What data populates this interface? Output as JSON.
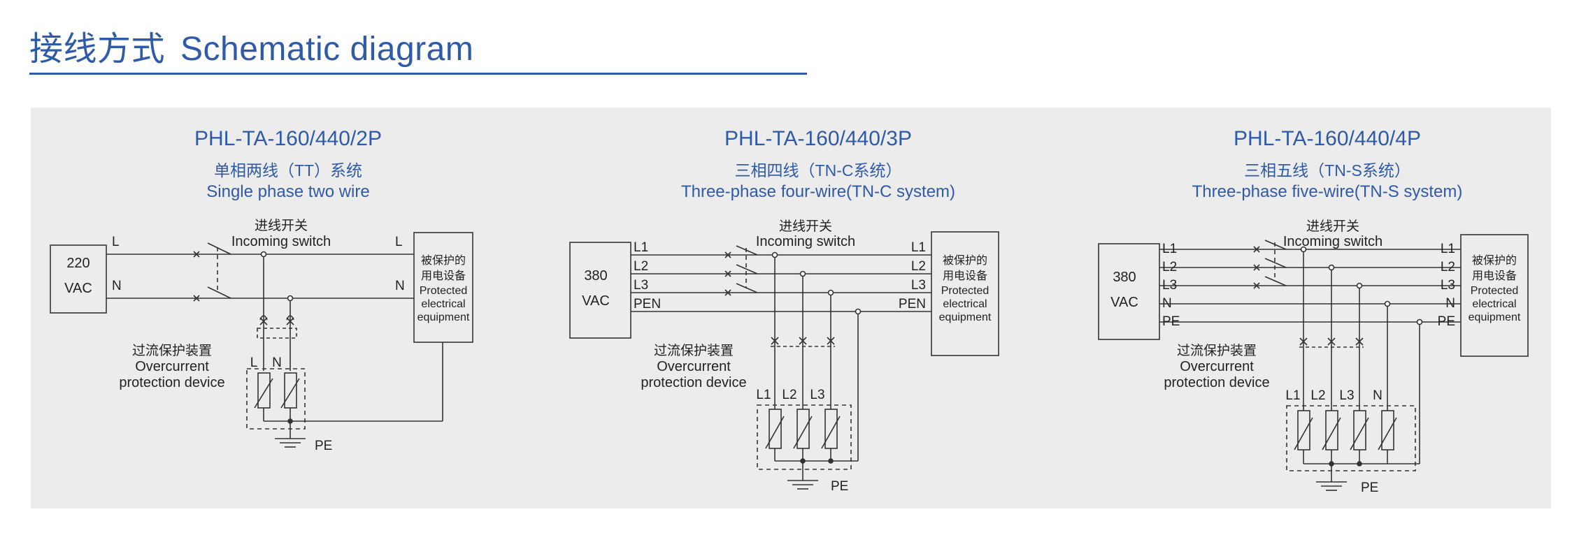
{
  "page": {
    "title_cn": "接线方式",
    "title_en": "Schematic diagram",
    "accent_color": "#2f5aa8"
  },
  "diagrams": [
    {
      "model": "PHL-TA-160/440/2P",
      "system_cn": "单相两线（TT）系统",
      "system_en": "Single phase two wire",
      "source_voltage": "220",
      "source_unit": "VAC",
      "lines": [
        "L",
        "N"
      ],
      "spd_labels": [
        "L",
        "N"
      ],
      "switch_cn": "进线开关",
      "switch_en": "Incoming switch",
      "ocp_cn": "过流保护装置",
      "ocp_en1": "Overcurrent",
      "ocp_en2": "protection device",
      "equip_cn1": "被保护的",
      "equip_cn2": "用电设备",
      "equip_en1": "Protected",
      "equip_en2": "electrical",
      "equip_en3": "equipment",
      "ground": "PE"
    },
    {
      "model": "PHL-TA-160/440/3P",
      "system_cn": "三相四线（TN-C系统）",
      "system_en": "Three-phase four-wire(TN-C system)",
      "source_voltage": "380",
      "source_unit": "VAC",
      "lines": [
        "L1",
        "L2",
        "L3",
        "PEN"
      ],
      "spd_labels": [
        "L1",
        "L2",
        "L3"
      ],
      "switch_cn": "进线开关",
      "switch_en": "Incoming switch",
      "ocp_cn": "过流保护装置",
      "ocp_en1": "Overcurrent",
      "ocp_en2": "protection device",
      "equip_cn1": "被保护的",
      "equip_cn2": "用电设备",
      "equip_en1": "Protected",
      "equip_en2": "electrical",
      "equip_en3": "equipment",
      "ground": "PE"
    },
    {
      "model": "PHL-TA-160/440/4P",
      "system_cn": "三相五线（TN-S系统）",
      "system_en": "Three-phase five-wire(TN-S system)",
      "source_voltage": "380",
      "source_unit": "VAC",
      "lines": [
        "L1",
        "L2",
        "L3",
        "N",
        "PE"
      ],
      "spd_labels": [
        "L1",
        "L2",
        "L3",
        "N"
      ],
      "switch_cn": "进线开关",
      "switch_en": "Incoming switch",
      "ocp_cn": "过流保护装置",
      "ocp_en1": "Overcurrent",
      "ocp_en2": "protection device",
      "equip_cn1": "被保护的",
      "equip_cn2": "用电设备",
      "equip_en1": "Protected",
      "equip_en2": "electrical",
      "equip_en3": "equipment",
      "ground": "PE"
    }
  ]
}
